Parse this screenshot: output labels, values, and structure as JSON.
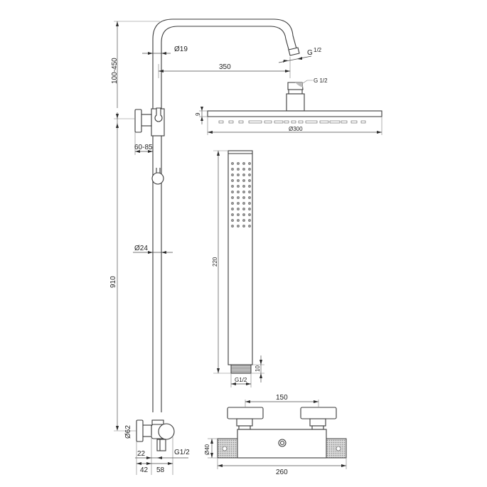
{
  "drawing": {
    "title": "Shower system technical drawing",
    "colors": {
      "line": "#3a3a3a",
      "dimension": "#4a4a4a",
      "background": "#ffffff"
    }
  },
  "dimensions": {
    "riser_top_height": "100-450",
    "arm_diameter": "Ø19",
    "arm_reach": "350",
    "arm_outlet_thread": "G",
    "arm_outlet_thread_fraction": "1/2",
    "head_connector_thread": "G 1/2",
    "head_thickness": "9",
    "head_diameter": "Ø300",
    "diverter_offset": "60-85",
    "riser_diameter": "Ø24",
    "riser_height": "910",
    "valve_knob_diameter": "Ø62",
    "valve_outlet_thread": "G1/2",
    "valve_offset_22": "22",
    "valve_offset_42": "42",
    "valve_offset_58": "58",
    "handshower_length": "220",
    "handshower_thread_length": "10",
    "handshower_thread": "G1/2",
    "mixer_centers": "150",
    "mixer_body_diameter": "Ø40",
    "mixer_width": "260"
  }
}
